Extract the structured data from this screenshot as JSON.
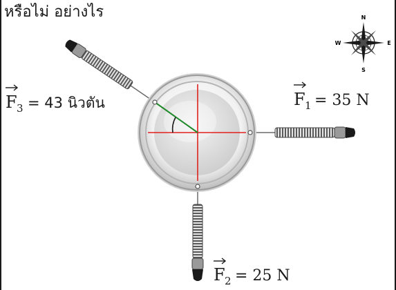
{
  "heading": "หรือไม่ อย่างไร",
  "compass": {
    "n": "N",
    "s": "S",
    "e": "E",
    "w": "W"
  },
  "forces": {
    "f1": {
      "symbol": "F",
      "subscript": "1",
      "value": "= 35 N"
    },
    "f2": {
      "symbol": "F",
      "subscript": "2",
      "value": "= 25 N"
    },
    "f3": {
      "symbol": "F",
      "subscript": "3",
      "value": "= 43 นิวตัน"
    }
  },
  "colors": {
    "crosshair": "#e02020",
    "angle_line": "#1f8a2a",
    "border": "#1a1a1a"
  }
}
